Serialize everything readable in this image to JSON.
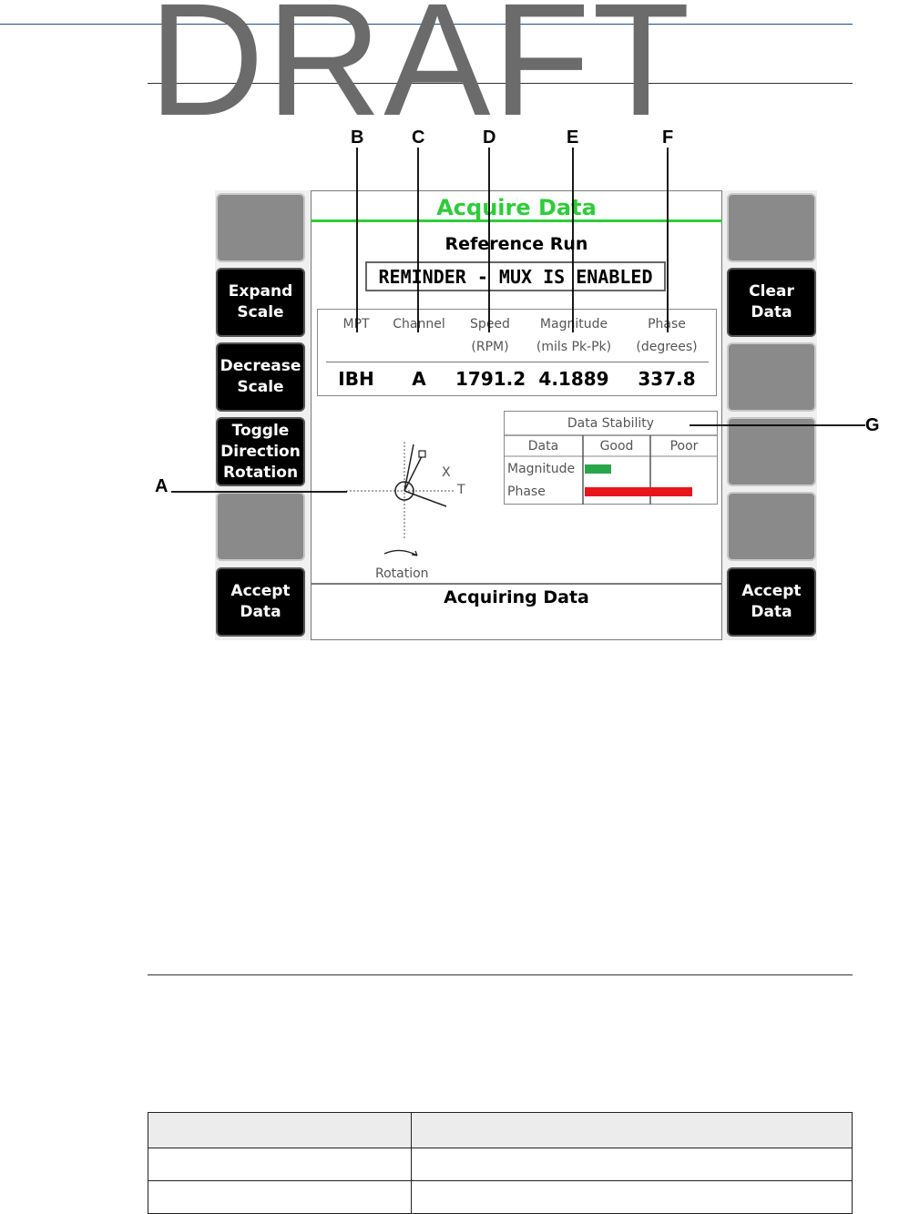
{
  "watermark": "DRAFT",
  "screen": {
    "left_buttons": [
      "",
      "Expand\nScale",
      "Decrease\nScale",
      "Toggle\nDirection\nRotation",
      "",
      "Accept\nData"
    ],
    "right_buttons": [
      "",
      "Clear\nData",
      "",
      "",
      "",
      "Accept\nData"
    ],
    "title": "Acquire Data",
    "subtitle": "Reference Run",
    "reminder": "REMINDER - MUX IS ENABLED",
    "table": {
      "headers": [
        {
          "line1": "MPT",
          "line2": ""
        },
        {
          "line1": "Channel",
          "line2": ""
        },
        {
          "line1": "Speed",
          "line2": "(RPM)"
        },
        {
          "line1": "Magnitude",
          "line2": "(mils Pk-Pk)"
        },
        {
          "line1": "Phase",
          "line2": "(degrees)"
        }
      ],
      "values": [
        "IBH",
        "A",
        "1791.2",
        "4.1889",
        "337.8"
      ]
    },
    "stability": {
      "title": "Data Stability",
      "columns": [
        "Data",
        "Good",
        "Poor"
      ],
      "rows": [
        {
          "label": "Magnitude",
          "level": 0.2,
          "color": "#2aa64a"
        },
        {
          "label": "Phase",
          "level": 0.82,
          "color": "#e8151b"
        }
      ]
    },
    "polar": {
      "x_label": "X",
      "t_label": "T",
      "rotation_label": "Rotation"
    },
    "status": "Acquiring Data"
  },
  "callouts": [
    "A",
    "B",
    "C",
    "D",
    "E",
    "F",
    "G"
  ],
  "bottom_table": {
    "rows": [
      [
        "",
        ""
      ],
      [
        "",
        ""
      ],
      [
        "",
        ""
      ]
    ]
  }
}
